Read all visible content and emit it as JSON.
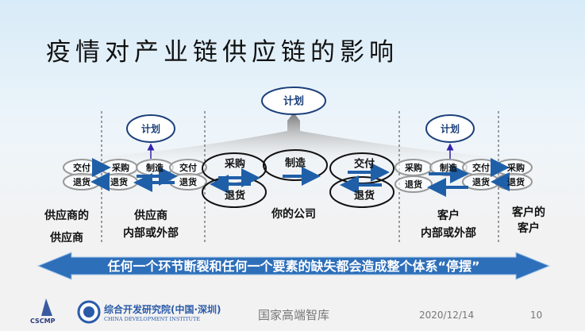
{
  "title": "疫情对产业链供应链的影响",
  "diagram": {
    "plan": "计划",
    "procure": "采购",
    "make": "制造",
    "deliver": "交付",
    "return": "退货",
    "groups": {
      "supplier_supplier": [
        "供应商的",
        "供应商"
      ],
      "supplier": [
        "供应商",
        "内部或外部"
      ],
      "your_company": "你的公司",
      "customer": [
        "客户",
        "内部或外部"
      ],
      "customer_customer": [
        "客户的",
        "客户"
      ]
    }
  },
  "banner": "任何一个环节断裂和任何一个要素的缺失都会造成整个体系“停摆”",
  "footer": {
    "logo1": "CSCMP",
    "org_cn": "综合开发研究院(中国·深圳)",
    "org_en": "CHINA DEVELOPMENT INSTITUTE",
    "tagline": "国家高端智库",
    "date": "2020/12/14",
    "page": "10"
  },
  "colors": {
    "arrow": "#1f5fa8",
    "ellipse_grey": "#999999",
    "plan_border": "#1b3f7a",
    "band": "#2e6fba"
  }
}
